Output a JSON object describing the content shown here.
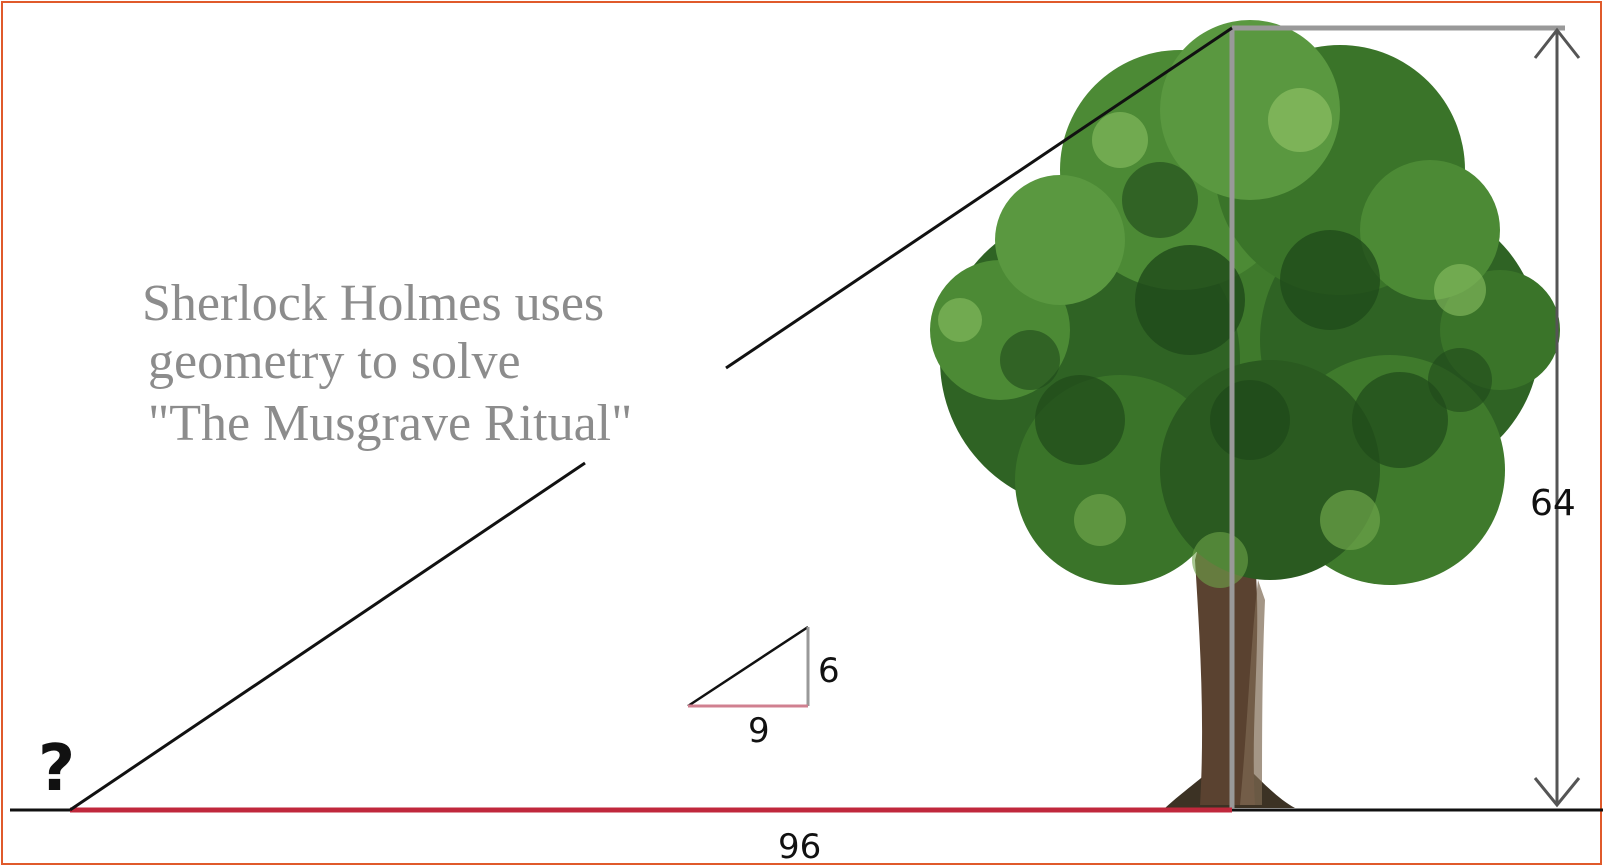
{
  "caption": {
    "line1": "Sherlock Holmes uses",
    "line2": "geometry to solve",
    "line3": "\"The Musgrave Ritual\""
  },
  "labels": {
    "unknown": "?",
    "base_length": "96",
    "tree_height": "64",
    "small_height": "6",
    "small_base": "9"
  },
  "colors": {
    "frame": "#e05a2b",
    "base_line": "#c0283c",
    "small_base_line": "#d08090",
    "measure_line": "#999999",
    "hypotenuse": "#111111",
    "caption_text": "#8c8c8c",
    "foliage_dark": "#1f4a1a",
    "foliage_mid": "#3f7a2c",
    "foliage_light": "#6ea44a",
    "trunk": "#5a4230"
  },
  "icons": {
    "tree": "tree-illustration"
  }
}
